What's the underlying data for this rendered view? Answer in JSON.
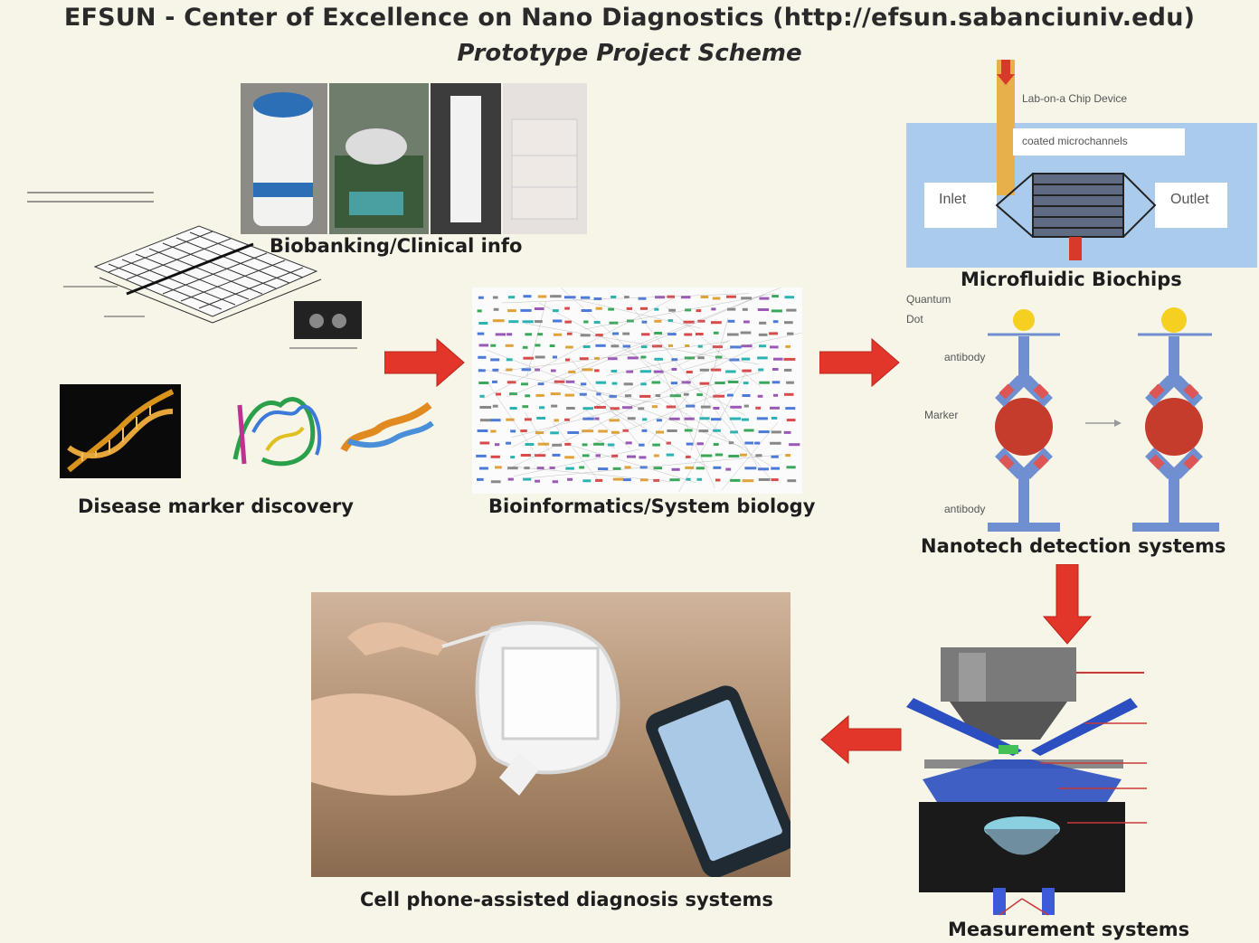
{
  "title": "EFSUN - Center of Excellence on Nano Diagnostics (http://efsun.sabanciuniv.edu)",
  "subtitle": "Prototype Project Scheme",
  "captions": {
    "biobanking": "Biobanking/Clinical info",
    "disease_marker": "Disease marker discovery",
    "bioinformatics": "Bioinformatics/System biology",
    "microfluidic": "Microfluidic Biochips",
    "nanotech": "Nanotech detection systems",
    "measurement": "Measurement systems",
    "cellphone": "Cell phone-assisted diagnosis systems"
  },
  "chip": {
    "device_label": "Lab-on-a Chip Device",
    "coated_label": "coated microchannels",
    "inlet": "Inlet",
    "outlet": "Outlet"
  },
  "nano": {
    "quantum_dot": "Quantum",
    "dot": "Dot",
    "antibody_top": "antibody",
    "marker": "Marker",
    "antibody_bottom": "antibody"
  },
  "colors": {
    "arrow": "#e2362a",
    "chip_bg": "#aacbeb",
    "marker": "#c63c2c",
    "antibody": "#6f8fd0"
  }
}
